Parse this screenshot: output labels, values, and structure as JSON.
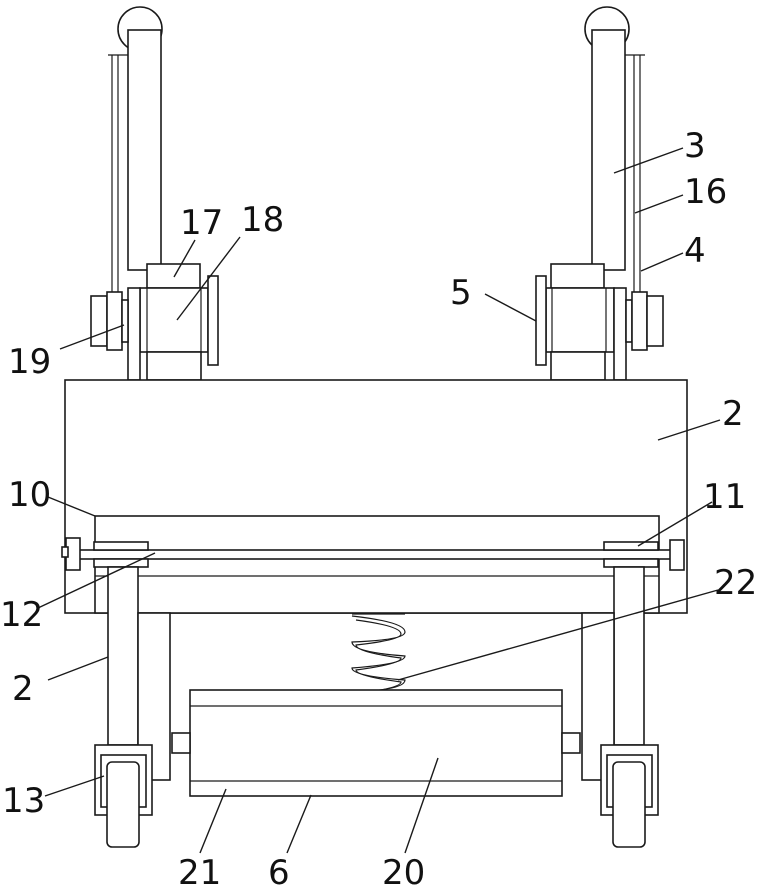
{
  "labels": {
    "l3": "3",
    "l16": "16",
    "l4": "4",
    "l17": "17",
    "l18": "18",
    "l5": "5",
    "l19": "19",
    "l2_right": "2",
    "l10": "10",
    "l11": "11",
    "l12": "12",
    "l22": "22",
    "l2_left": "2",
    "l13": "13",
    "l21": "21",
    "l6": "6",
    "l20": "20"
  },
  "colors": {
    "line": "#1a1a1a",
    "background": "#ffffff"
  }
}
